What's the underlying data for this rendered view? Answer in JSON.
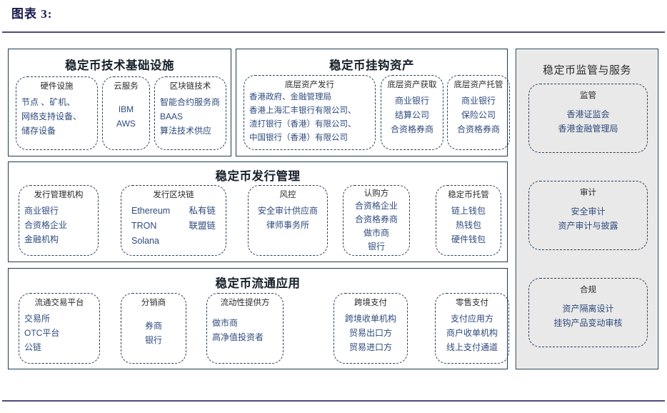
{
  "header": {
    "figure_label": "图表 3:"
  },
  "diagram": {
    "sections": [
      {
        "id": "tech-infrastructure",
        "title": "稳定币技术基础设施",
        "nodes": [
          {
            "id": "hardware",
            "title": "硬件设施",
            "items": [
              "节点 、矿机、",
              "网络支持设备、",
              "储存设备"
            ]
          },
          {
            "id": "cloud-service",
            "title": "云服务",
            "items": [
              "IBM",
              "AWS"
            ]
          },
          {
            "id": "blockchain-tech",
            "title": "区块链技术",
            "items": [
              "智能合约服务商",
              "BAAS",
              "算法技术供应"
            ]
          }
        ]
      },
      {
        "id": "pegged-assets",
        "title": "稳定币挂钩资产",
        "nodes": [
          {
            "id": "underlying-issue",
            "title": "底层资产发行",
            "items": [
              "香港政府、金融管理局",
              "香港上海汇丰银行有限公司、",
              "渣打银行（香港）有限公司、",
              "中国银行（香港）有限公司"
            ]
          },
          {
            "id": "underlying-acquire",
            "title": "底层资产获取",
            "items": [
              "商业银行",
              "结算公司",
              "合资格券商"
            ]
          },
          {
            "id": "underlying-custody",
            "title": "底层资产托管",
            "items": [
              "商业银行",
              "保险公司",
              "合资格券商"
            ]
          }
        ]
      },
      {
        "id": "issuance-management",
        "title": "稳定币发行管理",
        "nodes": [
          {
            "id": "issuing-institution",
            "title": "发行管理机构",
            "items": [
              "商业银行",
              "合资格企业",
              "金融机构"
            ]
          },
          {
            "id": "issuing-chain",
            "title": "发行区块链",
            "rows": [
              [
                "Ethereum",
                "私有链"
              ],
              [
                "TRON",
                "联盟链"
              ],
              [
                "Solana",
                ""
              ]
            ]
          },
          {
            "id": "risk-control",
            "title": "风控",
            "items": [
              "安全审计供应商",
              "律师事务所"
            ]
          },
          {
            "id": "subscriber",
            "title": "认购方",
            "items": [
              "合资格企业",
              "合资格券商",
              "做市商",
              "银行"
            ]
          },
          {
            "id": "stablecoin-custody",
            "title": "稳定币托管",
            "items": [
              "链上钱包",
              "热钱包",
              "硬件钱包"
            ]
          }
        ]
      },
      {
        "id": "circulation-application",
        "title": "稳定币流通应用",
        "nodes": [
          {
            "id": "trading-platform",
            "title": "流通交易平台",
            "items": [
              "交易所",
              "OTC平台",
              "公链"
            ]
          },
          {
            "id": "distributor",
            "title": "分销商",
            "items": [
              "券商",
              "银行"
            ]
          },
          {
            "id": "liquidity-provider",
            "title": "流动性提供方",
            "items": [
              "做市商",
              "高净值投资者"
            ]
          },
          {
            "id": "cross-border-payment",
            "title": "跨境支付",
            "items": [
              "跨境收单机构",
              "贸易出口方",
              "贸易进口方"
            ]
          },
          {
            "id": "retail-payment",
            "title": "零售支付",
            "items": [
              "支付应用方",
              "商户收单机构",
              "线上支付通道"
            ]
          }
        ]
      }
    ],
    "side_panel": {
      "title": "稳定币监管与服务",
      "nodes": [
        {
          "id": "regulation",
          "title": "监管",
          "items": [
            "香港证监会",
            "香港金融管理局"
          ]
        },
        {
          "id": "audit",
          "title": "审计",
          "items": [
            "安全审计",
            "资产审计与披露"
          ]
        },
        {
          "id": "compliance",
          "title": "合规",
          "items": [
            "资产隔离设计",
            "挂钩产品变动审核"
          ]
        }
      ]
    }
  },
  "colors": {
    "rule": "#4f4b7a",
    "panel_border": "#1f3b50",
    "node_border": "#253f5e",
    "item_text": "#2e4a7d",
    "title_text": "#17202a",
    "side_panel_bg": "#e9e9e9"
  }
}
